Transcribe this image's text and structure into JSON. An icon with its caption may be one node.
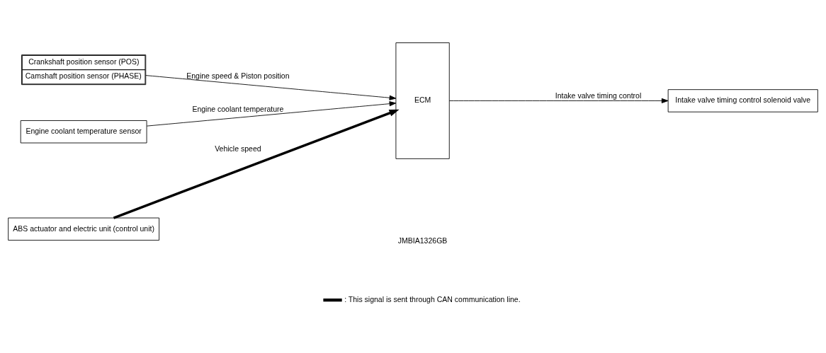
{
  "diagram": {
    "nodes": [
      {
        "text": [
          "Crankshaft position sensor (POS)",
          "Camshaft position sensor (PHASE)"
        ]
      },
      {
        "text": [
          "Engine coolant temperature sensor"
        ]
      },
      {
        "text": [
          "ABS actuator and electric unit (control unit)"
        ]
      },
      {
        "text": [
          "ECM"
        ]
      },
      {
        "text": [
          "Intake valve timing control solenoid valve"
        ]
      }
    ],
    "edges": [
      {
        "from": 0,
        "to": 3,
        "arrow": "to",
        "label": "Engine speed & Piston position"
      },
      {
        "from": 1,
        "to": 3,
        "arrow": "to",
        "label": "Engine coolant temperature"
      },
      {
        "from": 2,
        "to": 3,
        "arrow": "to",
        "label": "Vehicle speed",
        "style": "thick"
      },
      {
        "from": 3,
        "to": 4,
        "arrow": "to",
        "label": "Intake valve timing control"
      }
    ],
    "labels": [
      "JMBIA1326GB"
    ],
    "legend": [
      {
        "text": ": This signal is sent through CAN communication line."
      }
    ]
  }
}
